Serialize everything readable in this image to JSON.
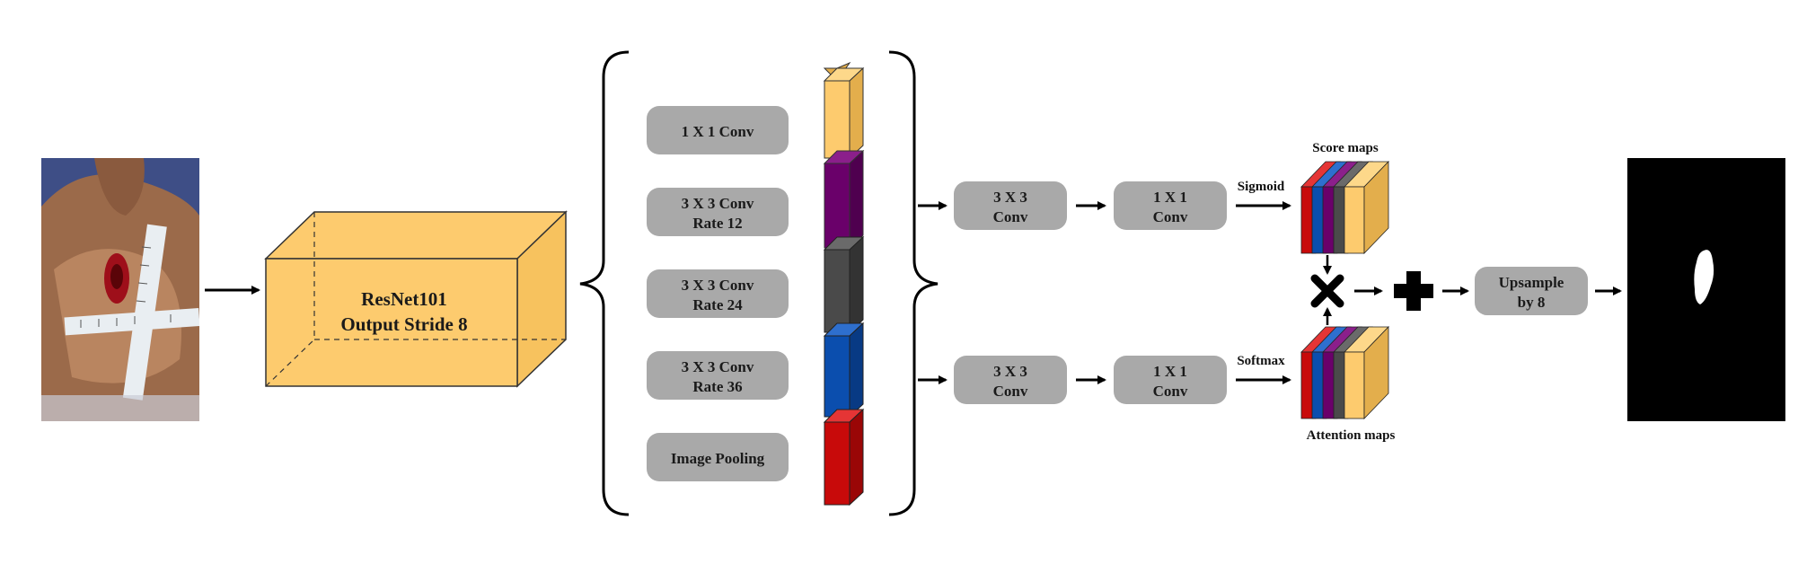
{
  "input_image": {
    "icon": "foot-wound-photo-icon"
  },
  "backbone": {
    "line1": "ResNet101",
    "line2": "Output Stride 8",
    "color": "#FDCB6E"
  },
  "aspp_branches": [
    {
      "line1": "1 X 1 Conv",
      "line2": "",
      "color": "#FDCB6E"
    },
    {
      "line1": "3 X 3 Conv",
      "line2": "Rate 12",
      "color": "#6A006A"
    },
    {
      "line1": "3 X 3 Conv",
      "line2": "Rate 24",
      "color": "#4A4A4A"
    },
    {
      "line1": "3 X 3 Conv",
      "line2": "Rate 36",
      "color": "#0B4EAE"
    },
    {
      "line1": "Image Pooling",
      "line2": "",
      "color": "#C80A0A"
    }
  ],
  "top_path": {
    "conv3": {
      "line1": "3 X 3",
      "line2": "Conv"
    },
    "conv1": {
      "line1": "1 X 1",
      "line2": "Conv"
    },
    "activation": "Sigmoid",
    "maps_label": "Score maps"
  },
  "bottom_path": {
    "conv3": {
      "line1": "3 X 3",
      "line2": "Conv"
    },
    "conv1": {
      "line1": "1 X 1",
      "line2": "Conv"
    },
    "activation": "Softmax",
    "maps_label": "Attention maps"
  },
  "operators": {
    "multiply": "multiply-icon",
    "add": "plus-icon"
  },
  "upsample": {
    "line1": "Upsample",
    "line2": "by 8"
  },
  "output_mask": {
    "icon": "segmentation-mask-icon"
  },
  "colors": {
    "box_gray": "#A9A9A9",
    "map_stack": [
      "#C80A0A",
      "#0B4EAE",
      "#6A006A",
      "#4A4A4A",
      "#FDCB6E"
    ]
  }
}
